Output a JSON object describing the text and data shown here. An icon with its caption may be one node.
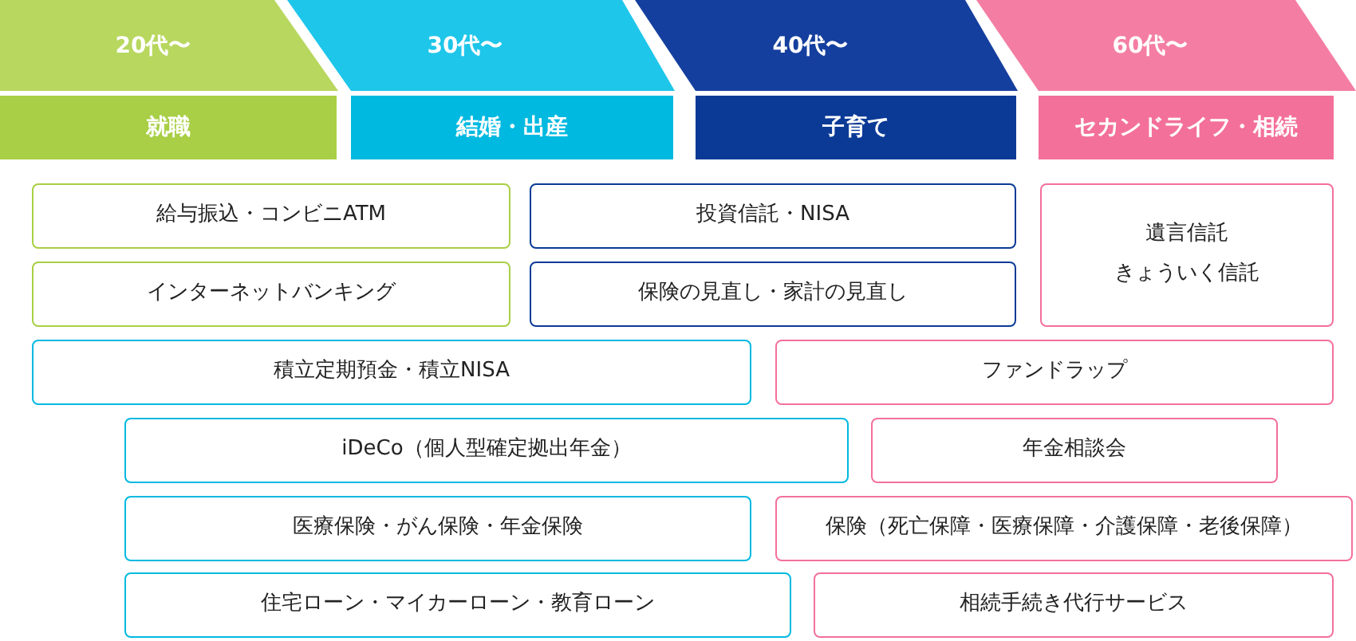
{
  "diagram": {
    "nodes": [
      {
        "text": [
          "20代〜"
        ]
      },
      {
        "text": [
          "30代〜"
        ]
      },
      {
        "text": [
          "40代〜"
        ]
      },
      {
        "text": [
          "60代〜"
        ]
      },
      {
        "text": [
          "就職"
        ]
      },
      {
        "text": [
          "結婚・出産"
        ]
      },
      {
        "text": [
          "子育て"
        ]
      },
      {
        "text": [
          "セカンドライフ・相続"
        ]
      },
      {
        "text": [
          "給与振込・コンビニATM"
        ]
      },
      {
        "text": [
          "投資信託・NISA"
        ]
      },
      {
        "text": [
          "遺言信託",
          "きょういく信託"
        ]
      },
      {
        "text": [
          "インターネットバンキング"
        ]
      },
      {
        "text": [
          "保険の見直し・家計の見直し"
        ]
      },
      {
        "text": [
          "積立定期預金・積立NISA"
        ]
      },
      {
        "text": [
          "ファンドラップ"
        ]
      },
      {
        "text": [
          "iDeCo（個人型確定拠出年金）"
        ]
      },
      {
        "text": [
          "年金相談会"
        ]
      },
      {
        "text": [
          "医療保険・がん保険・年金保険"
        ]
      },
      {
        "text": [
          "保険（死亡保障・医療保障・介護保障・老後保障）"
        ]
      },
      {
        "text": [
          "住宅ローン・マイカーローン・教育ローン"
        ]
      },
      {
        "text": [
          "相続手続き代行サービス"
        ]
      }
    ],
    "edges": []
  }
}
